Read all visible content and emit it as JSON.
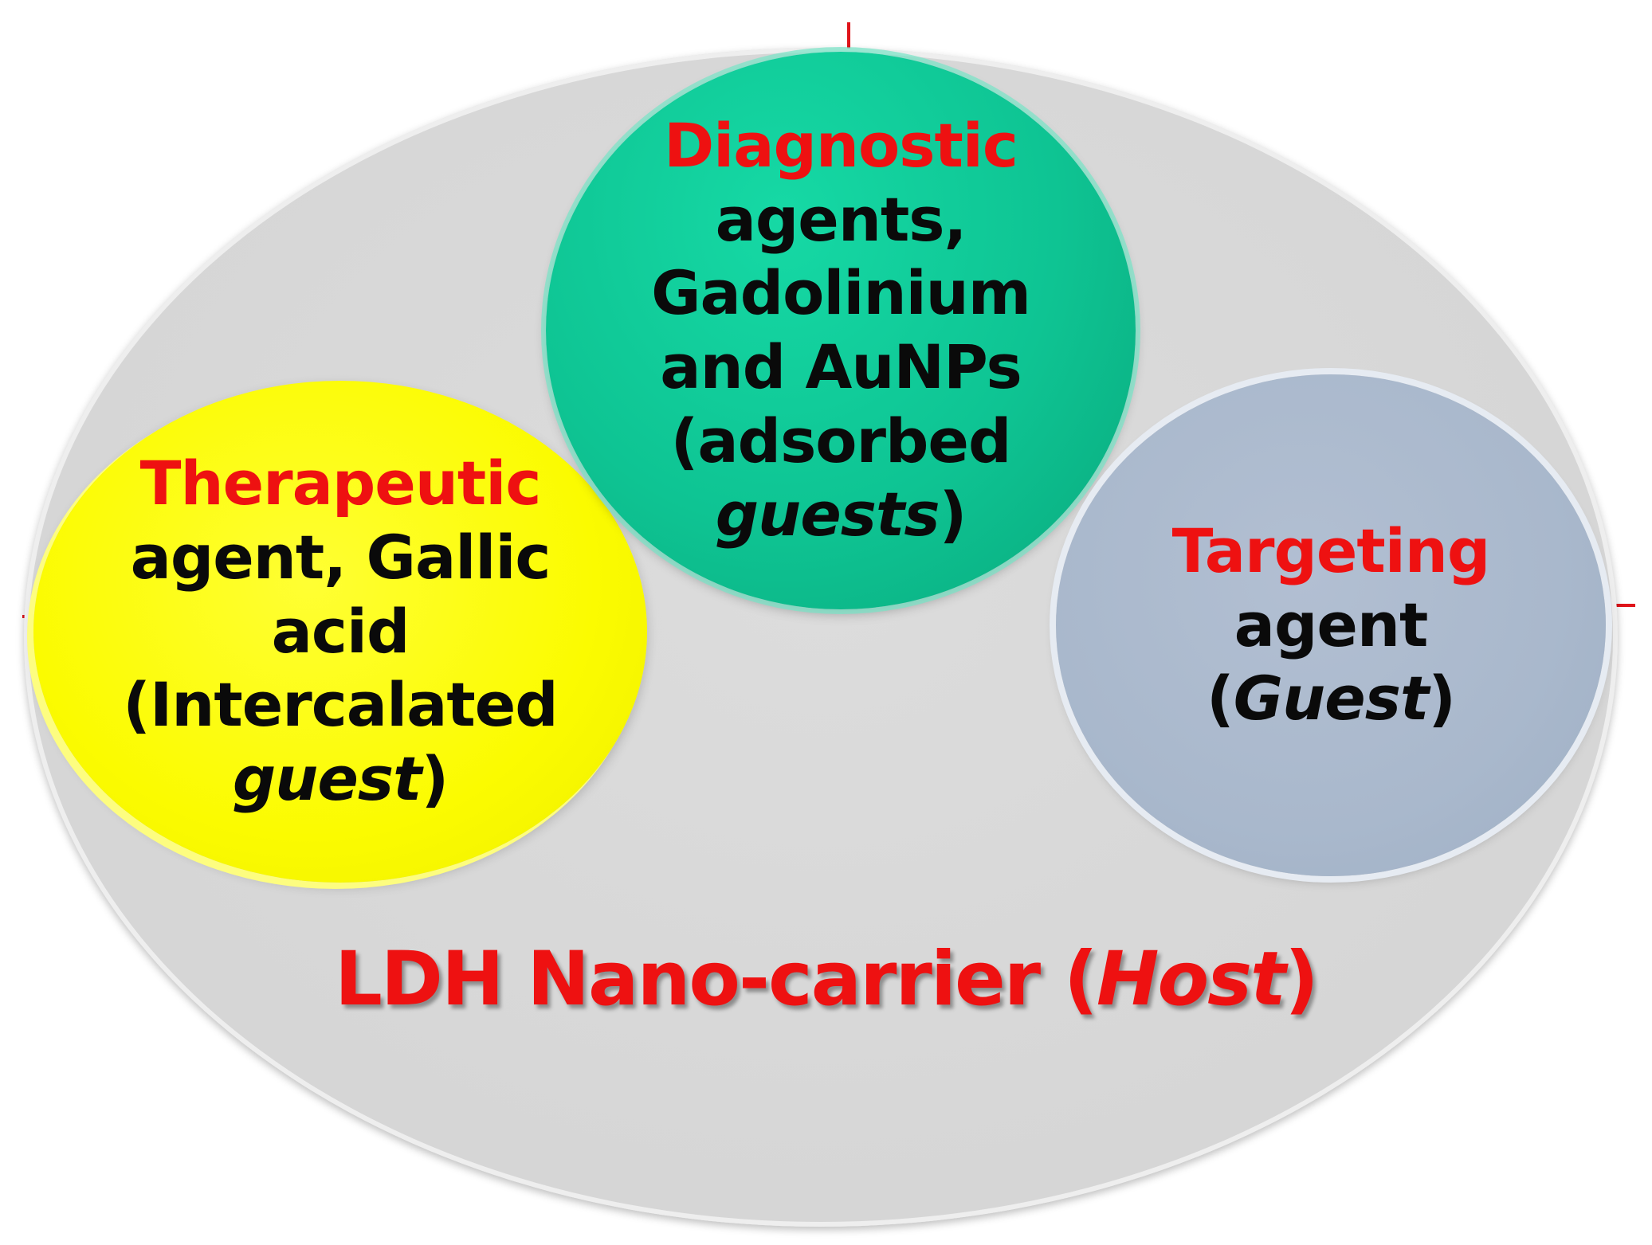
{
  "colors": {
    "host_fill": "#d6d6d6",
    "therapeutic_fill": "#fbfb00",
    "diagnostic_fill": "#0ec493",
    "targeting_fill": "#a9b8cc",
    "label_red": "#ee1111",
    "text_black": "#0a0a0a"
  },
  "therapeutic": {
    "label": "Therapeutic",
    "line1": "agent, Gallic",
    "line2": "acid",
    "line3": "(Intercalated",
    "line4_open": "",
    "line4_italic": "guest",
    "line4_close": ")"
  },
  "diagnostic": {
    "label": "Diagnostic",
    "line1": "agents,",
    "line2": "Gadolinium",
    "line3": "and AuNPs",
    "line4": "(adsorbed",
    "line5_italic": "guests",
    "line5_close": ")"
  },
  "targeting": {
    "label": "Targeting",
    "line1": "agent",
    "line2_open": "(",
    "line2_italic": "Guest",
    "line2_close": ")"
  },
  "host": {
    "prefix": "LDH Nano-carrier (",
    "italic": "Host",
    "suffix": ")"
  }
}
